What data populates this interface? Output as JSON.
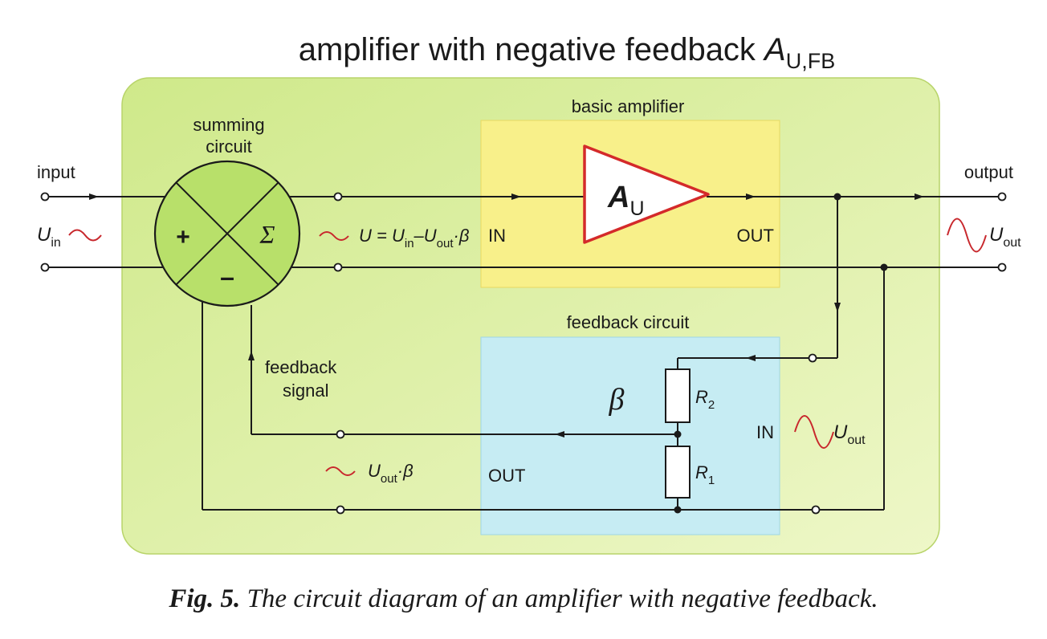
{
  "title": {
    "main": "amplifier with negative feedback ",
    "symbol": "A",
    "subscript": "U,FB"
  },
  "summing": {
    "label_line1": "summing",
    "label_line2": "circuit",
    "plus": "+",
    "minus": "–",
    "sigma": "Σ"
  },
  "input": {
    "label": "input",
    "voltage": "U",
    "voltage_sub": "in"
  },
  "output": {
    "label": "output",
    "voltage": "U",
    "voltage_sub": "out"
  },
  "error_signal": {
    "lhs": "U = U",
    "lhs_sub": "in",
    "mid": "–U",
    "mid_sub": "out",
    "tail": "·β"
  },
  "basic_amplifier": {
    "label": "basic amplifier",
    "in": "IN",
    "out": "OUT",
    "gain": "A",
    "gain_sub": "U"
  },
  "feedback_circuit": {
    "label": "feedback circuit",
    "beta": "β",
    "in": "IN",
    "out": "OUT",
    "r2": "R",
    "r2_sub": "2",
    "r1": "R",
    "r1_sub": "1",
    "in_voltage": "U",
    "in_voltage_sub": "out"
  },
  "feedback_signal": {
    "line1": "feedback",
    "line2": "signal",
    "expr": "U",
    "expr_sub": "out",
    "expr_tail": "·β"
  },
  "caption": {
    "fig": "Fig. 5.",
    "text": " The circuit diagram of an amplifier with negative feedback."
  },
  "colors": {
    "panel": "#d8ee9e",
    "amplifier_box": "#f8f08a",
    "feedback_box": "#c6ecf3",
    "summing_circle": "#b8e06a",
    "triangle_stroke": "#d42a2a",
    "sine": "#c8282d"
  }
}
